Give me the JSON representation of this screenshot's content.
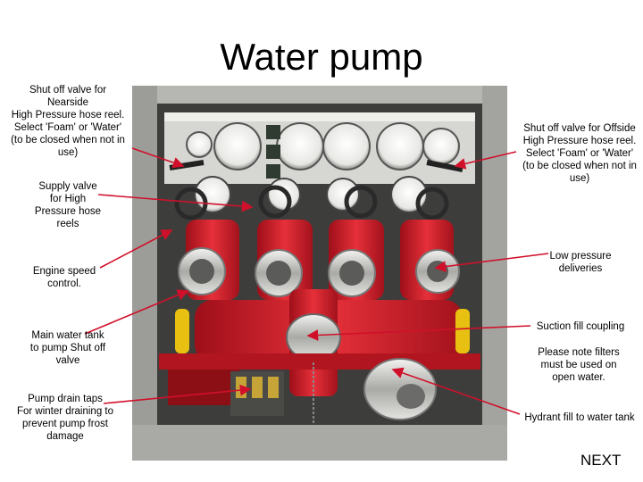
{
  "title": "Water pump",
  "labels": {
    "nearside_valve": "Shut off valve for\nNearside\nHigh Pressure hose reel.\nSelect 'Foam' or 'Water'\n(to be closed when not in\nuse)",
    "supply_valve": "Supply valve\nfor High\nPressure hose\nreels",
    "engine_speed": "Engine speed\ncontrol.",
    "main_tank": "Main water tank\nto pump Shut off\nvalve",
    "drain_taps": "Pump drain taps\nFor winter draining to\nprevent pump frost\ndamage",
    "offside_valve": "Shut off valve for Offside\nHigh Pressure hose reel.\nSelect 'Foam' or 'Water'\n(to be closed when not in\nuse)",
    "low_pressure": "Low pressure\ndeliveries",
    "suction": "Suction fill coupling",
    "filters": "Please note filters\nmust be used on\nopen water.",
    "hydrant": "Hydrant fill to water tank"
  },
  "next_label": "NEXT",
  "colors": {
    "arrow": "#d0102a",
    "pump_red": "#d8202c",
    "panel": "#b8b9b5"
  }
}
